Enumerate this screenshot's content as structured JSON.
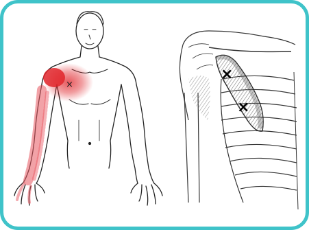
{
  "figure": {
    "frame_color": "#3fc3c9",
    "pain_color": "#e0242a",
    "referral_color": "#e8555f",
    "trigger_point_marker": "×",
    "left_panel": "front-view-body-with-pain-referral",
    "right_panel": "chest-anatomy-with-pectoralis-minor-trigger-points",
    "trigger_points_on_anatomy": 2
  }
}
